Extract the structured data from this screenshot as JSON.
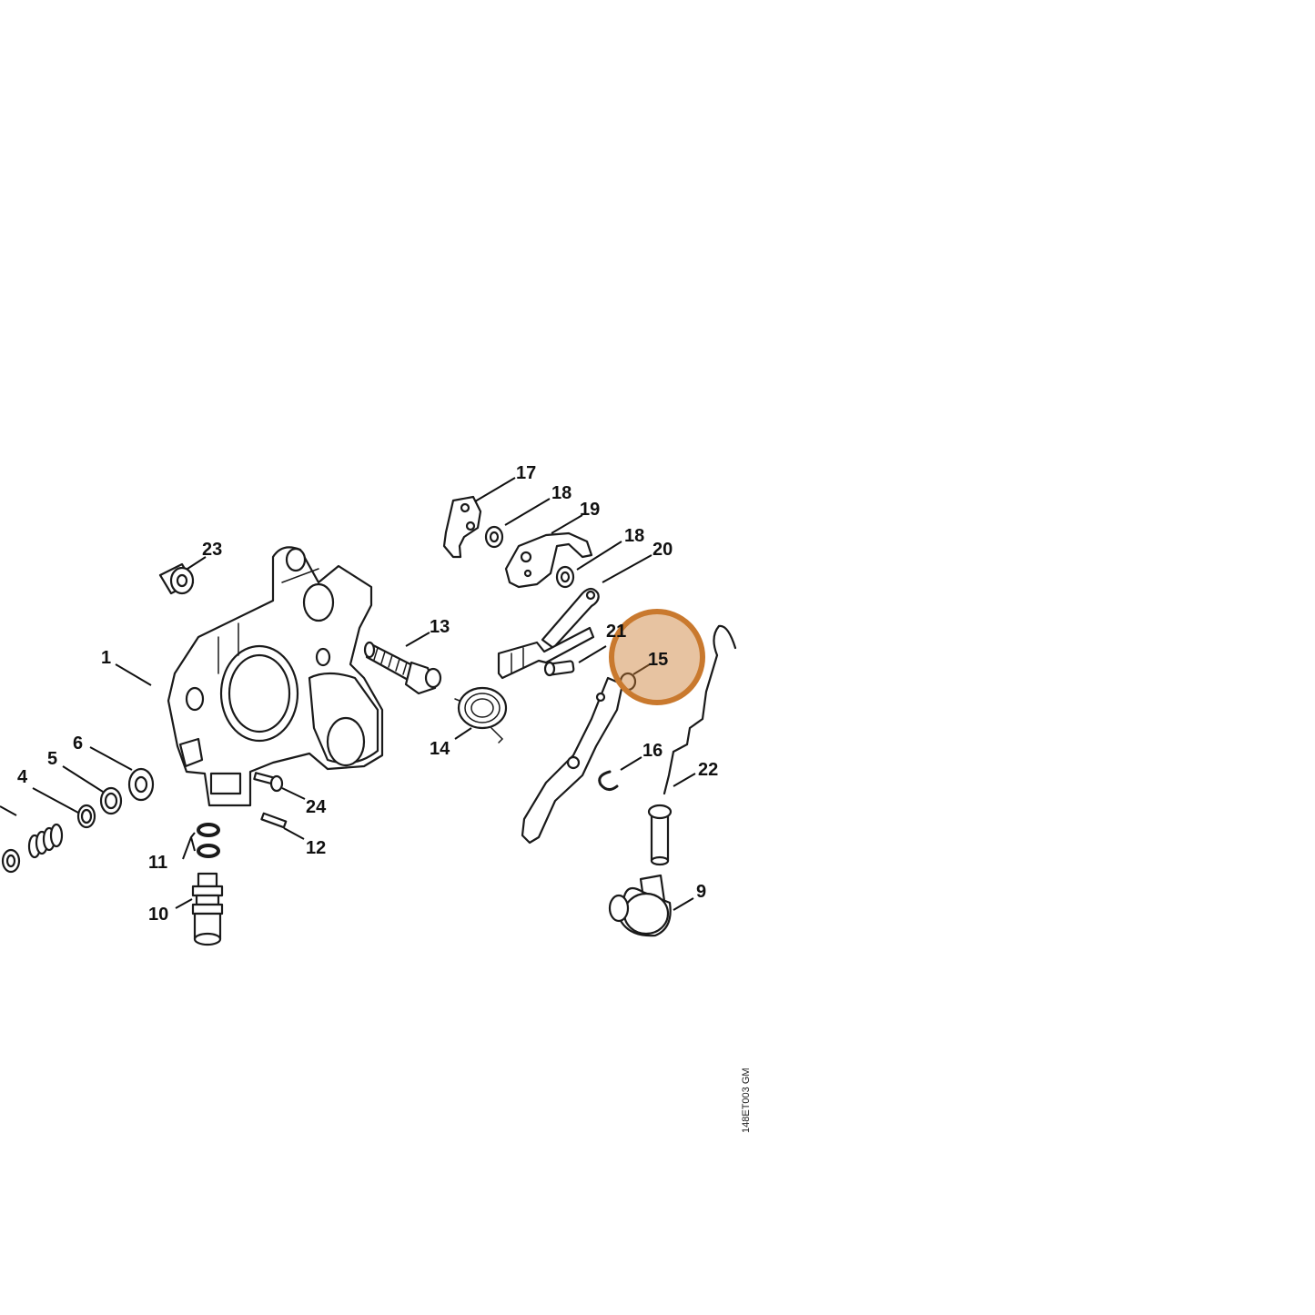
{
  "drawing_code": "148ET003 GM",
  "highlight_color": "#c9792e",
  "callouts": {
    "p1": "1",
    "p4": "4",
    "p5": "5",
    "p6": "6",
    "p9": "9",
    "p10": "10",
    "p11": "11",
    "p12": "12",
    "p13": "13",
    "p14": "14",
    "p15": "15",
    "p16": "16",
    "p17": "17",
    "p18a": "18",
    "p18b": "18",
    "p19": "19",
    "p20": "20",
    "p21": "21",
    "p22": "22",
    "p23": "23",
    "p24": "24"
  }
}
